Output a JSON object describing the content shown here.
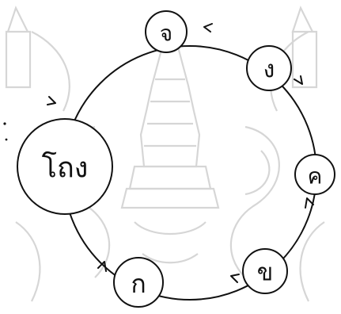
{
  "diagram": {
    "center_node": {
      "label": "โถง"
    },
    "nodes": [
      {
        "id": "cho",
        "label": "จ"
      },
      {
        "id": "ngo",
        "label": "ง"
      },
      {
        "id": "kho_khwai",
        "label": "ค"
      },
      {
        "id": "kho_khai",
        "label": "ข"
      },
      {
        "id": "ko",
        "label": "ก"
      }
    ],
    "cycle_order": [
      "ก",
      "ข",
      "ค",
      "ง",
      "จ",
      "โถง",
      "ก"
    ],
    "colors": {
      "ink": "#111111",
      "background": "#ffffff",
      "watermark": "#d7d7d7"
    },
    "watermark_icon": "thai-royal-emblem-watermark"
  }
}
